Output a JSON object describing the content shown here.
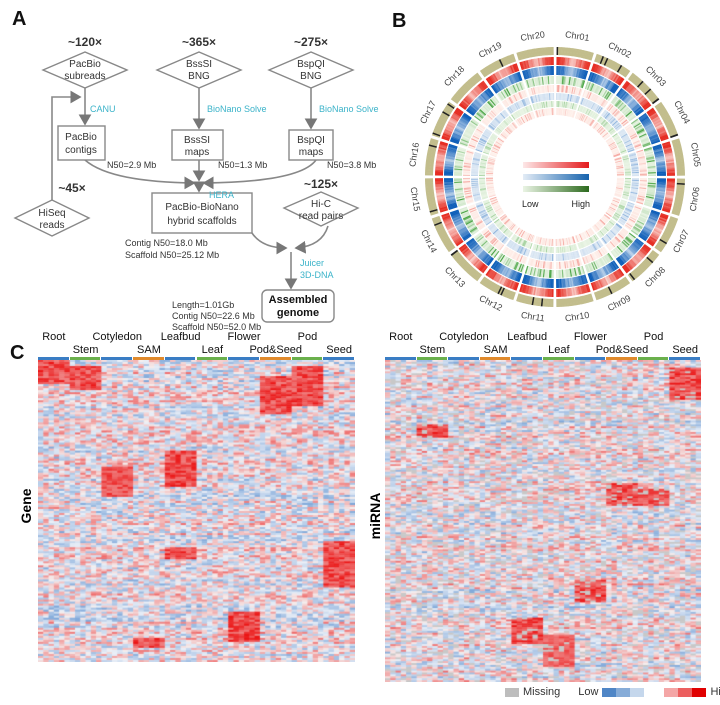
{
  "panels": {
    "a": "A",
    "b": "B",
    "c": "C"
  },
  "pipeline": {
    "pacbio_cov": "~120×",
    "pacbio_l1": "PacBio",
    "pacbio_l2": "subreads",
    "bsssi_cov": "~365×",
    "bsssi_l1": "BssSI",
    "bsssi_l2": "BNG",
    "bspqi_cov": "~275×",
    "bspqi_l1": "BspQI",
    "bspqi_l2": "BNG",
    "canu": "CANU",
    "solve1": "BioNano Solve",
    "solve2": "BioNano Solve",
    "contigs_l1": "PacBio",
    "contigs_l2": "contigs",
    "contigs_n50": "N50=2.9 Mb",
    "bsssi_maps_l1": "BssSI",
    "bsssi_maps_l2": "maps",
    "bsssi_n50": "N50=1.3 Mb",
    "bspqi_maps_l1": "BspQI",
    "bspqi_maps_l2": "maps",
    "bspqi_n50": "N50=3.8 Mb",
    "hiseq_cov": "~45×",
    "hiseq_l1": "HiSeq",
    "hiseq_l2": "reads",
    "hera": "HERA",
    "hybrid_l1": "PacBio-BioNano",
    "hybrid_l2": "hybrid scaffolds",
    "hybrid_contig": "Contig N50=18.0 Mb",
    "hybrid_scaffold": "Scaffold N50=25.12 Mb",
    "hic_cov": "~125×",
    "hic_l1": "Hi-C",
    "hic_l2": "read pairs",
    "juicer": "Juicer",
    "dna3d": "3D-DNA",
    "genome_l1": "Assembled",
    "genome_l2": "genome",
    "length": "Length=1.01Gb",
    "contig": "Contig N50=22.6 Mb",
    "scaffold": "Scaffold N50=52.0 Mb",
    "tool_color": "#3bb3c9"
  },
  "circos": {
    "chromosomes": [
      "Chr01",
      "Chr02",
      "Chr03",
      "Chr04",
      "Chr05",
      "Chr06",
      "Chr07",
      "Chr08",
      "Chr09",
      "Chr10",
      "Chr11",
      "Chr12",
      "Chr13",
      "Chr14",
      "Chr15",
      "Chr16",
      "Chr17",
      "Chr18",
      "Chr19",
      "Chr20"
    ],
    "legend_low": "Low",
    "legend_high": "High"
  },
  "heatmaps": {
    "samples": [
      "Root",
      "Stem",
      "Cotyledon",
      "SAM",
      "Leafbud",
      "Leaf",
      "Flower",
      "Pod&Seed",
      "Pod",
      "Seed"
    ],
    "gene_label": "Gene",
    "mirna_label": "miRNA",
    "legend": {
      "missing": "Missing",
      "low": "Low",
      "high": "High"
    },
    "colors": {
      "high": "#e41a1c",
      "low": "#3a7dc4",
      "missing": "#bdbdbd"
    }
  }
}
